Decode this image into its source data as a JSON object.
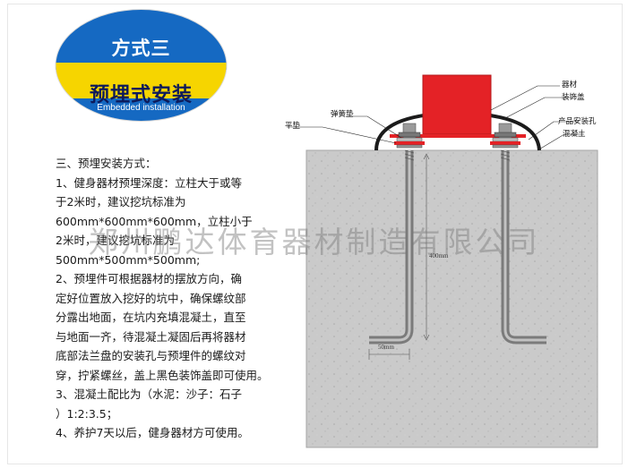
{
  "badge": {
    "method": "方式三",
    "title": "预埋式安装",
    "subtitle": "Embedded installation"
  },
  "instructions": {
    "heading": "三、预埋安装方式：",
    "lines": [
      "1、健身器材预埋深度：立柱大于或等",
      "于2米时，建议挖坑标准为",
      "600mm*600mm*600mm，立柱小于",
      "2米时，建议挖坑标准为",
      "500mm*500mm*500mm;",
      "2、预埋件可根据器材的摆放方向，确",
      "定好位置放入挖好的坑中，确保螺纹部",
      "分露出地面，在坑内充填混凝土，直至",
      "与地面一齐，待混凝土凝固后再将器材",
      "底部法兰盘的安装孔与预埋件的螺纹对",
      "穿，拧紧螺丝，盖上黑色装饰盖即可使用。",
      "3、混凝土配比为（水泥：沙子：石子",
      "）1:2:3.5；",
      "4、养护7天以后，健身器材方可使用。"
    ]
  },
  "diagram": {
    "labels": {
      "equipment": "器材",
      "cover": "装饰盖",
      "spring_washer": "弹簧垫",
      "flat_washer": "平垫",
      "mount_hole": "产品安装孔",
      "concrete": "混凝土"
    },
    "dim_depth": "400mm",
    "dim_width": "50mm",
    "colors": {
      "post": "#e42226",
      "concrete": "#c9c9c9",
      "bolt": "#8f8f8f"
    }
  },
  "watermark": "郑州鹏达体育器材制造有限公司"
}
